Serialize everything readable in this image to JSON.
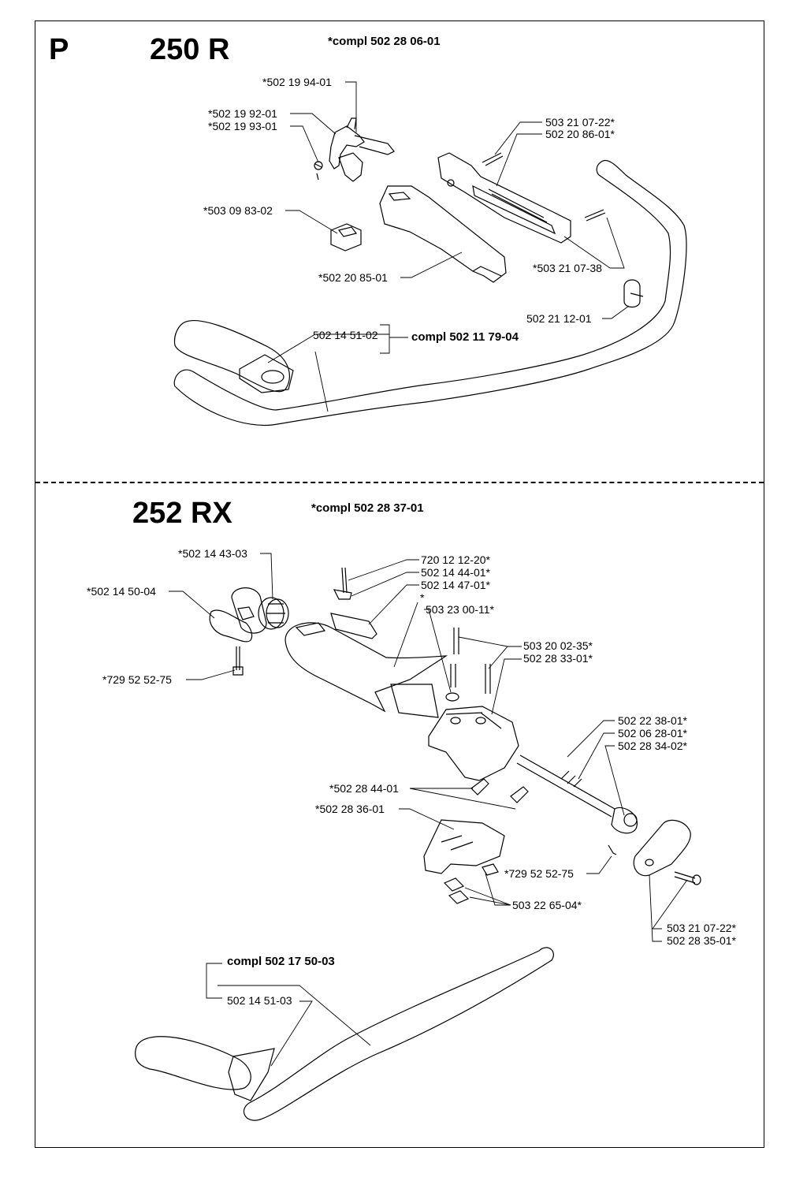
{
  "page": {
    "section_letter": "P",
    "model_a": {
      "title": "250 R",
      "compl": "*compl 502 28 06-01",
      "labels": [
        "*502 19 94-01",
        "*502 19 92-01",
        "*502 19 93-01",
        "503 21 07-22*",
        "502 20 86-01*",
        "*503 09 83-02",
        "*503 21 07-38",
        "*502 20 85-01",
        "502 21 12-01",
        "502 14 51-02"
      ],
      "assembly": "compl 502 11 79-04"
    },
    "model_b": {
      "title": "252 RX",
      "compl": "*compl 502 28 37-01",
      "labels": [
        "*502 14 43-03",
        "720 12 12-20*",
        "502 14 44-01*",
        "502 14 47-01*",
        "*502 14 50-04",
        "*",
        "503 23 00-11*",
        "503 20 02-35*",
        "502 28 33-01*",
        "*729 52 52-75",
        "502 22 38-01*",
        "502 06 28-01*",
        "502 28 34-02*",
        "*502 28 44-01",
        "*502 28 36-01",
        "*729 52 52-75",
        "503 22 65-04*",
        "503 21 07-22*",
        "502 28 35-01*",
        "502 14 51-03"
      ],
      "assembly": "compl 502 17 50-03"
    }
  }
}
